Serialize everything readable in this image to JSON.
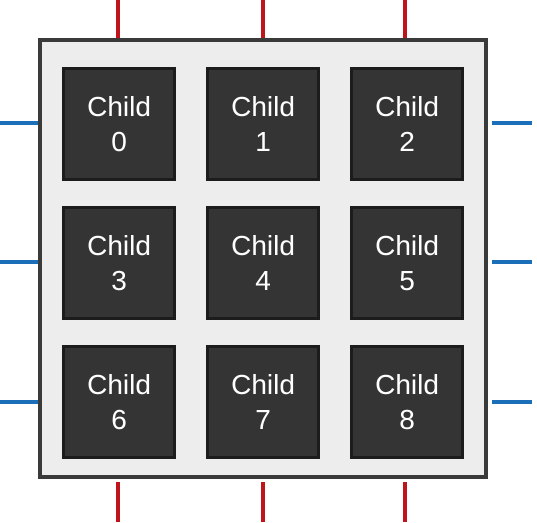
{
  "colors": {
    "top_bottom_connectors": "#c0141c",
    "side_connectors": "#1a6fb8",
    "container_fill": "#ededed",
    "container_border": "#3a3a3a",
    "child_fill": "#343434",
    "child_text": "#ffffff"
  },
  "children": [
    {
      "label": "Child",
      "index": "0"
    },
    {
      "label": "Child",
      "index": "1"
    },
    {
      "label": "Child",
      "index": "2"
    },
    {
      "label": "Child",
      "index": "3"
    },
    {
      "label": "Child",
      "index": "4"
    },
    {
      "label": "Child",
      "index": "5"
    },
    {
      "label": "Child",
      "index": "6"
    },
    {
      "label": "Child",
      "index": "7"
    },
    {
      "label": "Child",
      "index": "8"
    }
  ]
}
